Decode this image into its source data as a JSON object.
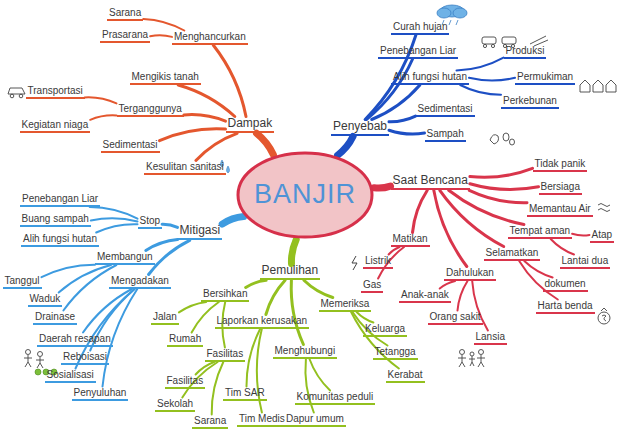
{
  "diagram": {
    "nodes": [
      {
        "text": [
          "BANJIR"
        ]
      },
      {
        "text": [
          "Dampak"
        ]
      },
      {
        "text": [
          "Menghancurkan"
        ]
      },
      {
        "text": [
          "Sarana"
        ]
      },
      {
        "text": [
          "Prasarana"
        ]
      },
      {
        "text": [
          "Mengikis tanah"
        ]
      },
      {
        "text": [
          "Terganggunya"
        ]
      },
      {
        "text": [
          "Transportasi"
        ]
      },
      {
        "text": [
          "Kegiatan niaga"
        ]
      },
      {
        "text": [
          "Sedimentasi"
        ]
      },
      {
        "text": [
          "Kesulitan sanitasi"
        ]
      },
      {
        "text": [
          "Penyebab"
        ]
      },
      {
        "text": [
          "Curah hujan"
        ]
      },
      {
        "text": [
          "Penebangan Liar"
        ]
      },
      {
        "text": [
          "Alih fungsi hutan"
        ]
      },
      {
        "text": [
          "Produksi"
        ]
      },
      {
        "text": [
          "Permukiman"
        ]
      },
      {
        "text": [
          "Perkebunan"
        ]
      },
      {
        "text": [
          "Sedimentasi"
        ]
      },
      {
        "text": [
          "Sampah"
        ]
      },
      {
        "text": [
          "Saat Bencana"
        ]
      },
      {
        "text": [
          "Tidak panik"
        ]
      },
      {
        "text": [
          "Bersiaga"
        ]
      },
      {
        "text": [
          "Memantau Air"
        ]
      },
      {
        "text": [
          "Tempat aman"
        ]
      },
      {
        "text": [
          "Atap"
        ]
      },
      {
        "text": [
          "Lantai dua"
        ]
      },
      {
        "text": [
          "Selamatkan"
        ]
      },
      {
        "text": [
          "dokumen"
        ]
      },
      {
        "text": [
          "Harta benda"
        ]
      },
      {
        "text": [
          "Dahulukan"
        ]
      },
      {
        "text": [
          "Anak-anak"
        ]
      },
      {
        "text": [
          "Orang sakit"
        ]
      },
      {
        "text": [
          "Lansia"
        ]
      },
      {
        "text": [
          "Matikan"
        ]
      },
      {
        "text": [
          "Listrik"
        ]
      },
      {
        "text": [
          "Gas"
        ]
      },
      {
        "text": [
          "Pemulihan"
        ]
      },
      {
        "text": [
          "Bersihkan"
        ]
      },
      {
        "text": [
          "Jalan"
        ]
      },
      {
        "text": [
          "Rumah"
        ]
      },
      {
        "text": [
          "Fasilitas"
        ]
      },
      {
        "text": [
          "Fasilitas"
        ]
      },
      {
        "text": [
          "Sekolah"
        ]
      },
      {
        "text": [
          "Sarana"
        ]
      },
      {
        "text": [
          "Laporkan kerusakan"
        ]
      },
      {
        "text": [
          "Tim SAR"
        ]
      },
      {
        "text": [
          "Tim Medis"
        ]
      },
      {
        "text": [
          "Menghubungi"
        ]
      },
      {
        "text": [
          "Dapur umum"
        ]
      },
      {
        "text": [
          "Komunitas peduli"
        ]
      },
      {
        "text": [
          "Memeriksa"
        ]
      },
      {
        "text": [
          "Keluarga"
        ]
      },
      {
        "text": [
          "Tetangga"
        ]
      },
      {
        "text": [
          "Kerabat"
        ]
      },
      {
        "text": [
          "Mitigasi"
        ]
      },
      {
        "text": [
          "Stop"
        ]
      },
      {
        "text": [
          "Penebangan Liar"
        ]
      },
      {
        "text": [
          "Buang sampah"
        ]
      },
      {
        "text": [
          "Alih fungsi hutan"
        ]
      },
      {
        "text": [
          "Membangun"
        ]
      },
      {
        "text": [
          "Tanggul"
        ]
      },
      {
        "text": [
          "Waduk"
        ]
      },
      {
        "text": [
          "Drainase"
        ]
      },
      {
        "text": [
          "Mengadakan"
        ]
      },
      {
        "text": [
          "Daerah resapan"
        ]
      },
      {
        "text": [
          "Reboisasi"
        ]
      },
      {
        "text": [
          "Sosialisasi"
        ]
      },
      {
        "text": [
          "Penyuluhan"
        ]
      }
    ],
    "edges": [
      {
        "from": 0,
        "to": 1,
        "arrow": "none"
      },
      {
        "from": 1,
        "to": 2,
        "arrow": "none"
      },
      {
        "from": 2,
        "to": 3,
        "arrow": "none"
      },
      {
        "from": 2,
        "to": 4,
        "arrow": "none"
      },
      {
        "from": 1,
        "to": 5,
        "arrow": "none"
      },
      {
        "from": 1,
        "to": 6,
        "arrow": "none"
      },
      {
        "from": 6,
        "to": 7,
        "arrow": "none"
      },
      {
        "from": 6,
        "to": 8,
        "arrow": "none"
      },
      {
        "from": 1,
        "to": 9,
        "arrow": "none"
      },
      {
        "from": 1,
        "to": 10,
        "arrow": "none"
      },
      {
        "from": 0,
        "to": 11,
        "arrow": "none"
      },
      {
        "from": 11,
        "to": 12,
        "arrow": "none"
      },
      {
        "from": 11,
        "to": 13,
        "arrow": "none"
      },
      {
        "from": 11,
        "to": 14,
        "arrow": "none"
      },
      {
        "from": 14,
        "to": 15,
        "arrow": "none"
      },
      {
        "from": 14,
        "to": 16,
        "arrow": "none"
      },
      {
        "from": 14,
        "to": 17,
        "arrow": "none"
      },
      {
        "from": 11,
        "to": 18,
        "arrow": "none"
      },
      {
        "from": 11,
        "to": 19,
        "arrow": "none"
      },
      {
        "from": 0,
        "to": 20,
        "arrow": "none"
      },
      {
        "from": 20,
        "to": 21,
        "arrow": "none"
      },
      {
        "from": 20,
        "to": 22,
        "arrow": "none"
      },
      {
        "from": 20,
        "to": 23,
        "arrow": "none"
      },
      {
        "from": 20,
        "to": 24,
        "arrow": "none"
      },
      {
        "from": 24,
        "to": 25,
        "arrow": "none"
      },
      {
        "from": 24,
        "to": 26,
        "arrow": "none"
      },
      {
        "from": 20,
        "to": 27,
        "arrow": "none"
      },
      {
        "from": 27,
        "to": 28,
        "arrow": "none"
      },
      {
        "from": 27,
        "to": 29,
        "arrow": "none"
      },
      {
        "from": 20,
        "to": 30,
        "arrow": "none"
      },
      {
        "from": 30,
        "to": 31,
        "arrow": "none"
      },
      {
        "from": 30,
        "to": 32,
        "arrow": "none"
      },
      {
        "from": 30,
        "to": 33,
        "arrow": "none"
      },
      {
        "from": 20,
        "to": 34,
        "arrow": "none"
      },
      {
        "from": 34,
        "to": 35,
        "arrow": "none"
      },
      {
        "from": 34,
        "to": 36,
        "arrow": "none"
      },
      {
        "from": 0,
        "to": 37,
        "arrow": "none"
      },
      {
        "from": 37,
        "to": 38,
        "arrow": "none"
      },
      {
        "from": 38,
        "to": 39,
        "arrow": "none"
      },
      {
        "from": 38,
        "to": 40,
        "arrow": "none"
      },
      {
        "from": 38,
        "to": 41,
        "arrow": "none"
      },
      {
        "from": 41,
        "to": 42,
        "arrow": "none"
      },
      {
        "from": 41,
        "to": 43,
        "arrow": "none"
      },
      {
        "from": 41,
        "to": 44,
        "arrow": "none"
      },
      {
        "from": 37,
        "to": 45,
        "arrow": "none"
      },
      {
        "from": 45,
        "to": 46,
        "arrow": "none"
      },
      {
        "from": 45,
        "to": 47,
        "arrow": "none"
      },
      {
        "from": 37,
        "to": 48,
        "arrow": "none"
      },
      {
        "from": 48,
        "to": 49,
        "arrow": "none"
      },
      {
        "from": 48,
        "to": 50,
        "arrow": "none"
      },
      {
        "from": 37,
        "to": 51,
        "arrow": "none"
      },
      {
        "from": 51,
        "to": 52,
        "arrow": "none"
      },
      {
        "from": 51,
        "to": 53,
        "arrow": "none"
      },
      {
        "from": 51,
        "to": 54,
        "arrow": "none"
      },
      {
        "from": 0,
        "to": 55,
        "arrow": "none"
      },
      {
        "from": 55,
        "to": 56,
        "arrow": "none"
      },
      {
        "from": 56,
        "to": 57,
        "arrow": "none"
      },
      {
        "from": 56,
        "to": 58,
        "arrow": "none"
      },
      {
        "from": 56,
        "to": 59,
        "arrow": "none"
      },
      {
        "from": 55,
        "to": 60,
        "arrow": "none"
      },
      {
        "from": 60,
        "to": 61,
        "arrow": "none"
      },
      {
        "from": 60,
        "to": 62,
        "arrow": "none"
      },
      {
        "from": 60,
        "to": 63,
        "arrow": "none"
      },
      {
        "from": 55,
        "to": 64,
        "arrow": "none"
      },
      {
        "from": 64,
        "to": 65,
        "arrow": "none"
      },
      {
        "from": 64,
        "to": 66,
        "arrow": "none"
      },
      {
        "from": 64,
        "to": 67,
        "arrow": "none"
      },
      {
        "from": 64,
        "to": 68,
        "arrow": "none"
      }
    ]
  }
}
